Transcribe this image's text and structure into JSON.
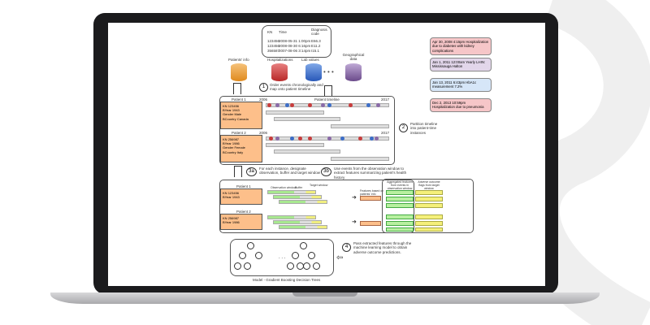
{
  "top_table": {
    "headers": [
      "KN",
      "Time",
      "Diagnosis code"
    ],
    "rows": [
      [
        "123456",
        "2008-05-31 1:00pm",
        "E66.3"
      ],
      [
        "123456",
        "2008-08-30 6:16pm",
        "E11.2"
      ],
      [
        "356587",
        "2007-08-06 3:14pm",
        "I15.1"
      ]
    ]
  },
  "sources": [
    "Patients' info",
    "Hospitalizations",
    "Lab values",
    "Geographical data"
  ],
  "step1": "Order events chronologically and map onto patient timeline",
  "step1_num": "1",
  "timeline_label": "Patient timeline",
  "patients": [
    {
      "name": "Patient 1",
      "start": "2006",
      "end": "2017",
      "fields": [
        [
          "KN",
          "123456"
        ],
        [
          "BYear",
          "1943"
        ],
        [
          "Gender",
          "Male"
        ],
        [
          "BCountry",
          "Canada"
        ]
      ]
    },
    {
      "name": "Patient 2",
      "start": "2006",
      "end": "2017",
      "fields": [
        [
          "KN",
          "256987"
        ],
        [
          "BYear",
          "1986"
        ],
        [
          "Gender",
          "Female"
        ],
        [
          "BCountry",
          "Italy"
        ]
      ]
    }
  ],
  "notes": [
    {
      "text": "Apr 30, 2008 4:15pm Hospitalization due to diabetes with kidney complications",
      "bg": "#f6c6c8"
    },
    {
      "text": "Jan 1, 2011 12:00am Yearly LHIN: Mississauga Halton",
      "bg": "#e2d6ea"
    },
    {
      "text": "Jan 13, 2011 6:43pm HbA1c measurement 7.2%",
      "bg": "#d6e6f8"
    },
    {
      "text": "Dec 2, 2013 10:59pm Hospitalization due to pneumonia",
      "bg": "#f6c6c8"
    }
  ],
  "step2": "Partition timeline into patient-time instances",
  "step2_num": "2",
  "step3a_num": "3a",
  "step3a": "For each instance, designate observation, buffer and target window",
  "step3b_num": "3b",
  "step3b": "Use events from the observation window to extract features summarizing patient's health history",
  "window_labels": [
    "Observation window",
    "Buffer",
    "Target window"
  ],
  "short_patients": [
    {
      "name": "Patient 1",
      "fields": [
        [
          "KN",
          "123456"
        ],
        [
          "BYear",
          "1943"
        ],
        [
          "...",
          "..."
        ]
      ]
    },
    {
      "name": "Patient 2",
      "fields": [
        [
          "KN",
          "256987"
        ],
        [
          "BYear",
          "1986"
        ],
        [
          "...",
          "..."
        ]
      ]
    }
  ],
  "features_label": "Features based on patients' info",
  "aggregated_label": "Aggregated features from events in observation window",
  "adverse_label": "Adverse outcome flags from target window",
  "step4_num": "4",
  "step4": "Pass extracted features through the machine learning model to obtain adverse outcome predictions.",
  "ellipsis": ". . .",
  "model_caption": "Model - Gradient Boosting Decision Trees",
  "colors": {
    "patients": "#f0a030",
    "hosp": "#c83c3c",
    "lab": "#3c6ec8",
    "geo": "#8a6aa8"
  }
}
